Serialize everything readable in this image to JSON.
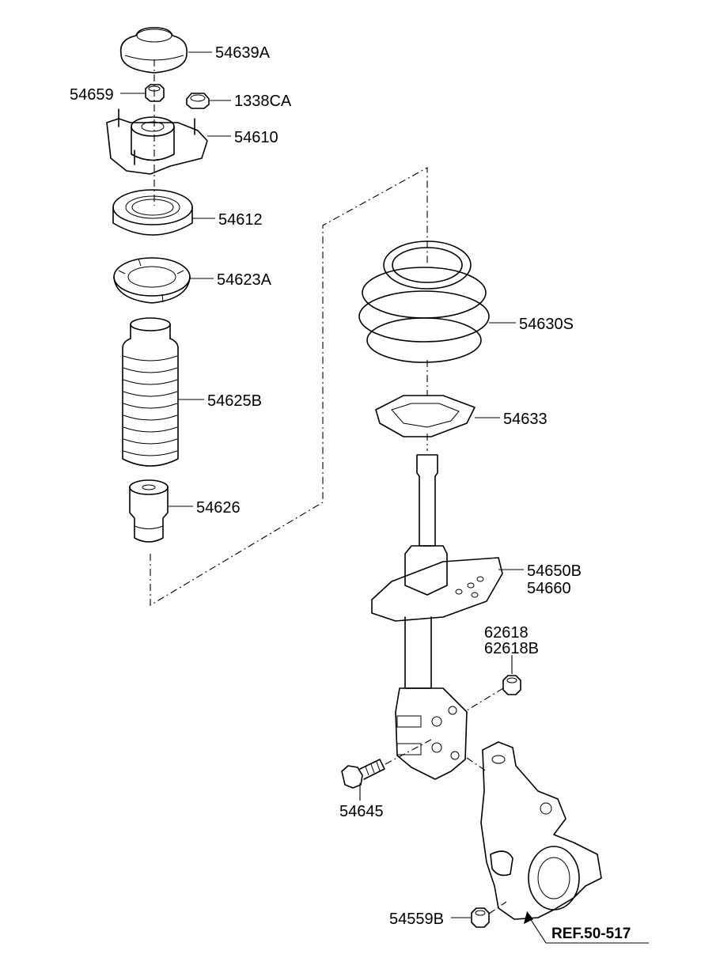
{
  "parts": [
    {
      "id": "upper-cap",
      "number": "54639A"
    },
    {
      "id": "nut-small",
      "number": "54659"
    },
    {
      "id": "nut-flange",
      "number": "1338CA"
    },
    {
      "id": "mount-plate",
      "number": "54610"
    },
    {
      "id": "bearing",
      "number": "54612"
    },
    {
      "id": "upper-spring-pad",
      "number": "54623A"
    },
    {
      "id": "dust-boot",
      "number": "54625B"
    },
    {
      "id": "bump-stopper",
      "number": "54626"
    },
    {
      "id": "coil-spring",
      "number": "54630S"
    },
    {
      "id": "lower-spring-pad",
      "number": "54633"
    },
    {
      "id": "strut-assembly",
      "numbers": [
        "54650B",
        "54660"
      ]
    },
    {
      "id": "strut-nut",
      "numbers": [
        "62618",
        "62618B"
      ]
    },
    {
      "id": "strut-bolt",
      "number": "54645"
    },
    {
      "id": "knuckle-nut",
      "number": "54559B"
    }
  ],
  "reference": "REF.50-517"
}
